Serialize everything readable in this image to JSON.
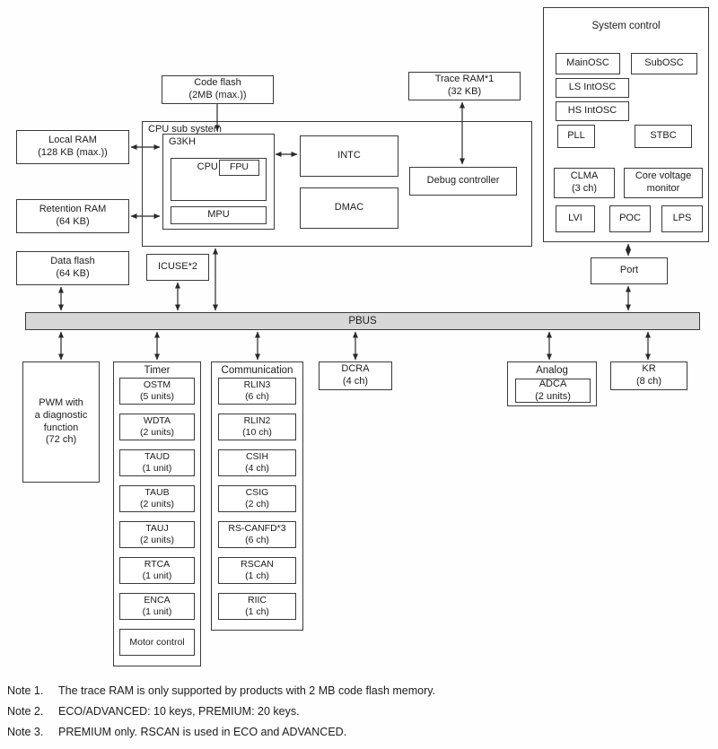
{
  "diagram": {
    "pbus_label": "PBUS",
    "code_flash": "Code flash\n(2MB (max.))",
    "trace_ram": "Trace RAM*1\n(32 KB)",
    "local_ram": "Local RAM\n(128 KB (max.))",
    "retention_ram": "Retention RAM\n(64 KB)",
    "data_flash": "Data flash\n(64 KB)",
    "icuse": "ICUSE*2",
    "port": "Port",
    "cpu_subsystem": {
      "title": "CPU sub system",
      "g3kh": "G3KH",
      "cpu_core": "CPU core",
      "fpu": "FPU",
      "mpu": "MPU",
      "intc": "INTC",
      "dmac": "DMAC",
      "debug_controller": "Debug controller"
    },
    "system_control": {
      "title": "System control",
      "mainosc": "MainOSC",
      "subosc": "SubOSC",
      "ls_intosc": "LS IntOSC",
      "hs_intosc": "HS IntOSC",
      "pll": "PLL",
      "stbc": "STBC",
      "clma": "CLMA\n(3 ch)",
      "core_voltage_monitor": "Core voltage\nmonitor",
      "lvi": "LVI",
      "poc": "POC",
      "lps": "LPS"
    },
    "pwm": "PWM with\na diagnostic\nfunction\n(72 ch)",
    "timer": {
      "title": "Timer",
      "items": [
        "OSTM\n(5 units)",
        "WDTA\n(2 units)",
        "TAUD\n(1 unit)",
        "TAUB\n(2 units)",
        "TAUJ\n(2 units)",
        "RTCA\n(1 unit)",
        "ENCA\n(1 unit)",
        "Motor control"
      ]
    },
    "communication": {
      "title": "Communication",
      "items": [
        "RLIN3\n(6 ch)",
        "RLIN2\n(10 ch)",
        "CSIH\n(4 ch)",
        "CSIG\n(2 ch)",
        "RS-CANFD*3\n(6 ch)",
        "RSCAN\n(1 ch)",
        "RIIC\n(1 ch)"
      ]
    },
    "dcra": "DCRA\n(4 ch)",
    "analog": {
      "title": "Analog",
      "adca": "ADCA\n(2 units)"
    },
    "kr": "KR\n(8 ch)",
    "colors": {
      "pbus_fill": "#d7d7d7",
      "line": "#2a2a2a",
      "box_border": "#3a3a3a"
    }
  },
  "notes": [
    {
      "label": "Note 1.",
      "text": "The trace RAM is only supported by products with 2 MB code flash memory."
    },
    {
      "label": "Note 2.",
      "text": "ECO/ADVANCED: 10 keys, PREMIUM: 20 keys."
    },
    {
      "label": "Note 3.",
      "text": "PREMIUM only. RSCAN is used in ECO and ADVANCED."
    }
  ]
}
